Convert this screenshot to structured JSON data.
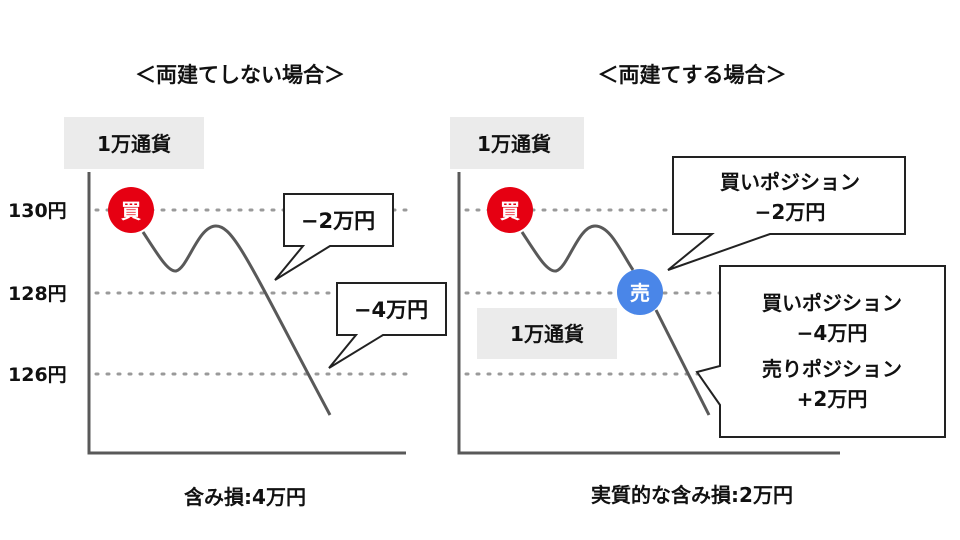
{
  "left_panel": {
    "title": "＜両建てしない場合＞",
    "lot_label": "1万通貨",
    "y_labels": [
      "130円",
      "128円",
      "126円"
    ],
    "buy_marker": "買",
    "callouts": [
      "−2万円",
      "−4万円"
    ],
    "summary": "含み損:4万円"
  },
  "right_panel": {
    "title": "＜両建てする場合＞",
    "lot_label_buy": "1万通貨",
    "lot_label_sell": "1万通貨",
    "buy_marker": "買",
    "sell_marker": "売",
    "callout1": [
      "買いポジション",
      "−2万円"
    ],
    "callout2": [
      "買いポジション",
      "−4万円",
      "売りポジション",
      "+2万円"
    ],
    "summary": "実質的な含み損:2万円"
  },
  "colors": {
    "buy": "#e60012",
    "sell": "#4a86e8",
    "tag_bg": "#ebebeb"
  }
}
